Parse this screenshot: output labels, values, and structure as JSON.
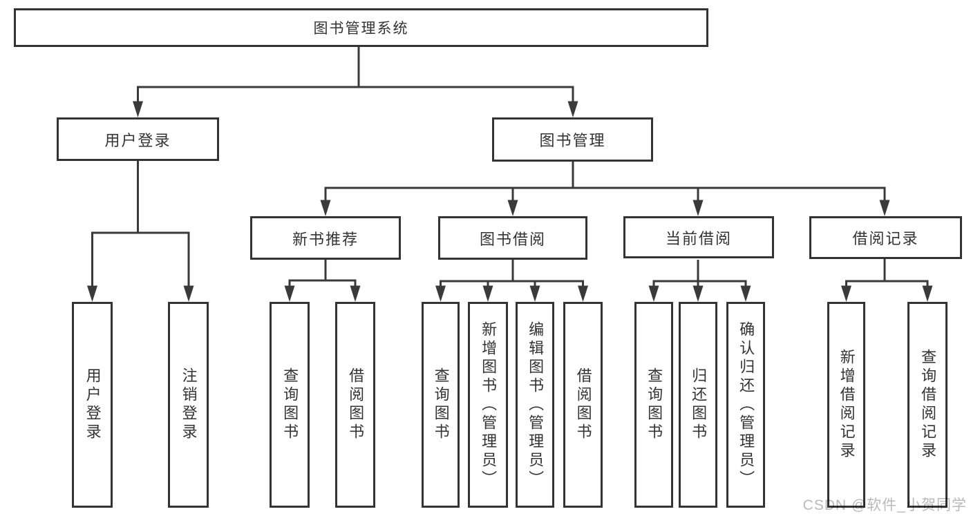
{
  "diagram": {
    "root": {
      "label": "图书管理系统"
    },
    "branches": [
      {
        "label": "用户登录",
        "children": [
          {
            "label": "用户登录"
          },
          {
            "label": "注销登录"
          }
        ]
      },
      {
        "label": "图书管理",
        "children": [
          {
            "label": "新书推荐",
            "children": [
              {
                "label": "查询图书"
              },
              {
                "label": "借阅图书"
              }
            ]
          },
          {
            "label": "图书借阅",
            "children": [
              {
                "label": "查询图书"
              },
              {
                "label": "新增图书（管理员）"
              },
              {
                "label": "编辑图书（管理员）"
              },
              {
                "label": "借阅图书"
              }
            ]
          },
          {
            "label": "当前借阅",
            "children": [
              {
                "label": "查询图书"
              },
              {
                "label": "归还图书"
              },
              {
                "label": "确认归还（管理员）"
              }
            ]
          },
          {
            "label": "借阅记录",
            "children": [
              {
                "label": "新增借阅记录"
              },
              {
                "label": "查询借阅记录"
              }
            ]
          }
        ]
      }
    ]
  },
  "watermark": {
    "text": "CSDN @软件_小贺同学"
  },
  "colors": {
    "line": "#3a3a3a",
    "box_border": "#333333",
    "text": "#333333",
    "background": "#ffffff",
    "watermark": "#b9b9b9"
  }
}
